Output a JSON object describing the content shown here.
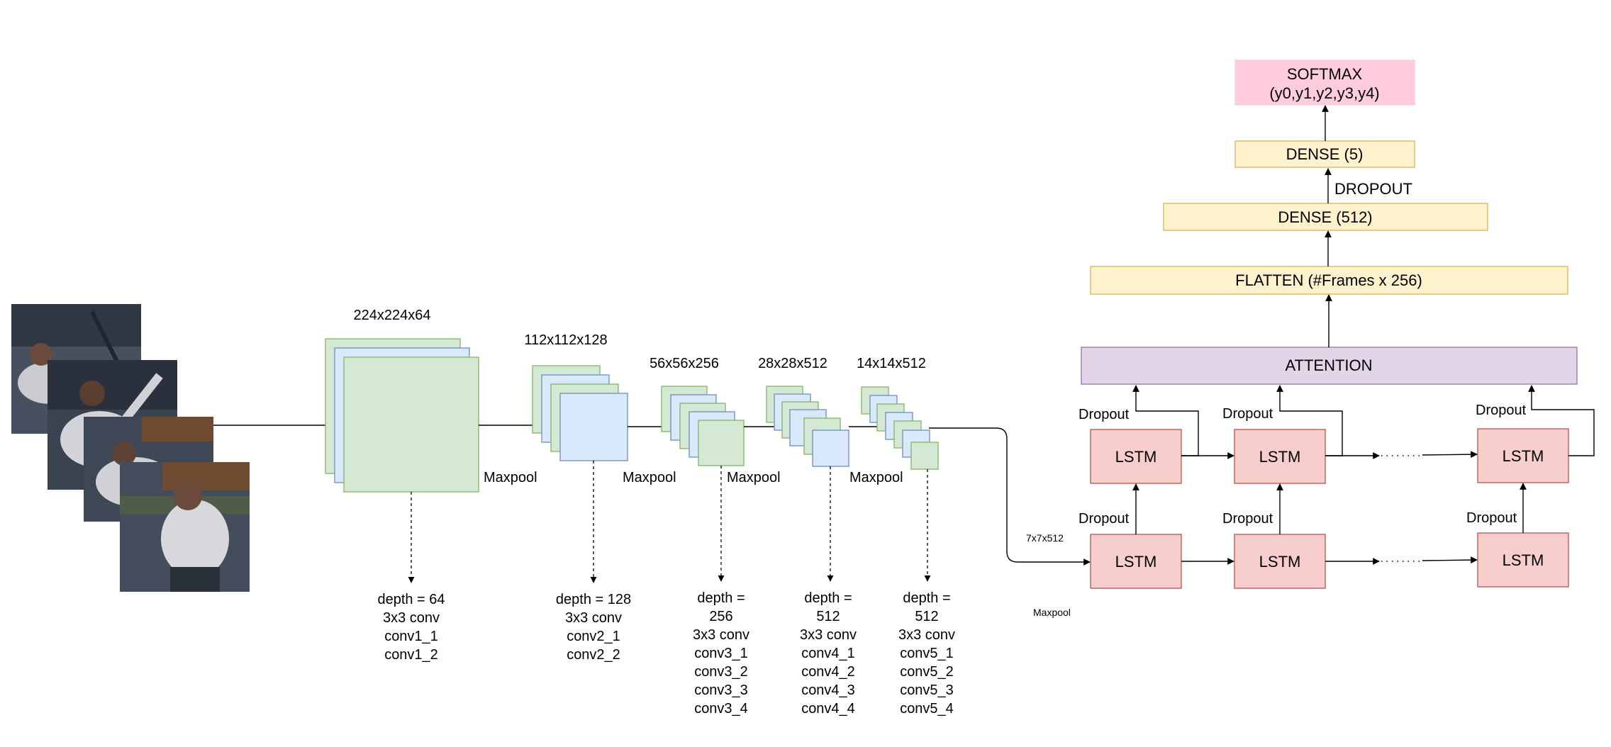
{
  "input_frames": {
    "count": 4
  },
  "cnn": {
    "block1": {
      "shape": "224x224x64",
      "pool": "Maxpool",
      "desc": [
        "depth = 64",
        "3x3 conv",
        "conv1_1",
        "conv1_2"
      ]
    },
    "block2": {
      "shape": "112x112x128",
      "pool": "Maxpool",
      "desc": [
        "depth = 128",
        "3x3 conv",
        "conv2_1",
        "conv2_2"
      ]
    },
    "block3": {
      "shape": "56x56x256",
      "pool": "Maxpool",
      "desc": [
        "depth =",
        "256",
        "3x3 conv",
        "conv3_1",
        "conv3_2",
        "conv3_3",
        "conv3_4"
      ]
    },
    "block4": {
      "shape": "28x28x512",
      "pool": "Maxpool",
      "desc": [
        "depth =",
        "512",
        "3x3 conv",
        "conv4_1",
        "conv4_2",
        "conv4_3",
        "conv4_4"
      ]
    },
    "block5": {
      "shape": "14x14x512",
      "desc": [
        "depth =",
        "512",
        "3x3 conv",
        "conv5_1",
        "conv5_2",
        "conv5_3",
        "conv5_4"
      ]
    },
    "output_shape": "7x7x512",
    "final_pool": "Maxpool"
  },
  "lstm": {
    "cell_label": "LSTM",
    "dropout_label": "Dropout"
  },
  "head": {
    "attention": "ATTENTION",
    "flatten": "FLATTEN (#Frames x 256)",
    "dense1": "DENSE (512)",
    "dropout": "DROPOUT",
    "dense2": "DENSE (5)",
    "softmax_line1": "SOFTMAX",
    "softmax_line2": "(y0,y1,y2,y3,y4)"
  },
  "colors": {
    "green": "#d5e8d4",
    "blue": "#dae8fc",
    "yellow": "#fff2cc",
    "red": "#f8cecc",
    "purple": "#e1d5e7",
    "pink": "#ffccde"
  }
}
